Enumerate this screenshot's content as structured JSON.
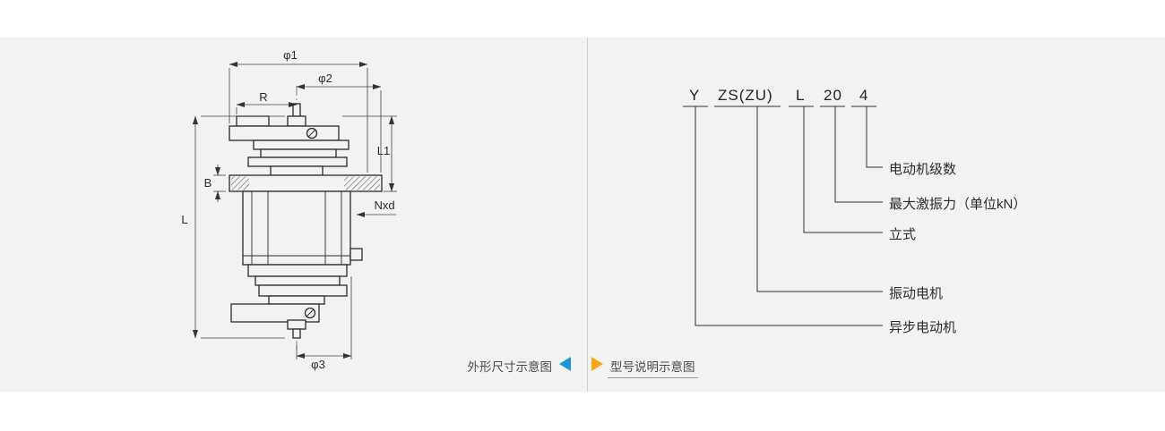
{
  "left_panel": {
    "caption": "外形尺寸示意图",
    "dims": {
      "phi1": "φ1",
      "phi2": "φ2",
      "phi3": "φ3",
      "r": "R",
      "l": "L",
      "l1": "L1",
      "b": "B",
      "nxd": "Nxd"
    }
  },
  "right_panel": {
    "caption": "型号说明示意图",
    "code": {
      "y": "Y",
      "zs": "ZS(ZU)",
      "l": "L",
      "force": "20",
      "poles": "4"
    },
    "labels": {
      "poles": "电动机级数",
      "force": "最大激振力（单位kN）",
      "vertical": "立式",
      "vibration": "振动电机",
      "async": "异步电动机"
    }
  },
  "colors": {
    "left_arrow": "#1898d5",
    "right_arrow": "#f7a711",
    "panel_bg": "#f2f2f2",
    "line": "#333333"
  }
}
